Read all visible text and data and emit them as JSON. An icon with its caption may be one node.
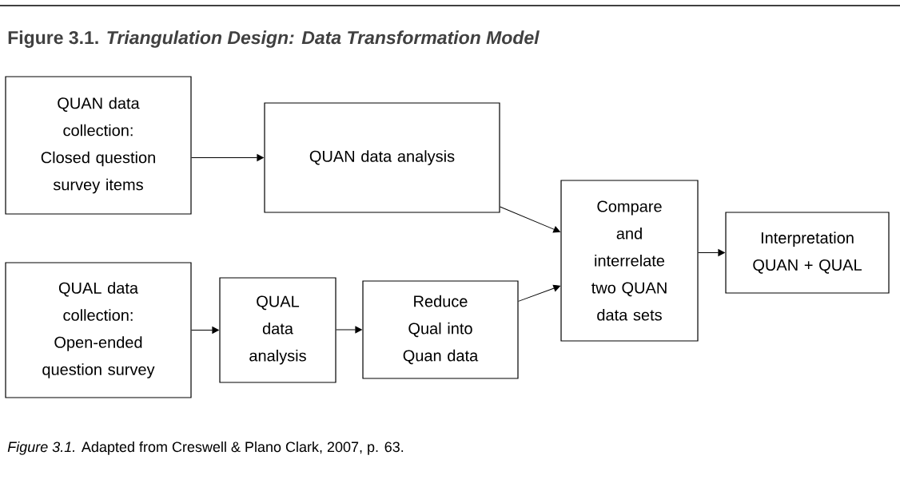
{
  "diagram": {
    "title": "Figure 3.1. *Triangulation Design: Data Transformation Model*",
    "caption": "*Figure 3.1.* Adapted from Creswell & Plano Clark, 2007, p. 63.",
    "nodes": [
      {
        "text": [
          "QUAN data collection: Closed question survey items"
        ]
      },
      {
        "text": [
          "QUAN data analysis"
        ]
      },
      {
        "text": [
          "QUAL data collection: Open-ended question survey"
        ]
      },
      {
        "text": [
          "QUAL data analysis"
        ]
      },
      {
        "text": [
          "Reduce Qual into Quan data"
        ]
      },
      {
        "text": [
          "Compare and interrelate two QUAN data sets"
        ]
      },
      {
        "text": [
          "Interpretation QUAN + QUAL"
        ]
      }
    ],
    "edges": [
      {
        "from": 0,
        "to": 1,
        "arrow": "to"
      },
      {
        "from": 1,
        "to": 5,
        "arrow": "to"
      },
      {
        "from": 2,
        "to": 3,
        "arrow": "to"
      },
      {
        "from": 3,
        "to": 4,
        "arrow": "to"
      },
      {
        "from": 4,
        "to": 5,
        "arrow": "to"
      },
      {
        "from": 5,
        "to": 6,
        "arrow": "to"
      }
    ]
  }
}
